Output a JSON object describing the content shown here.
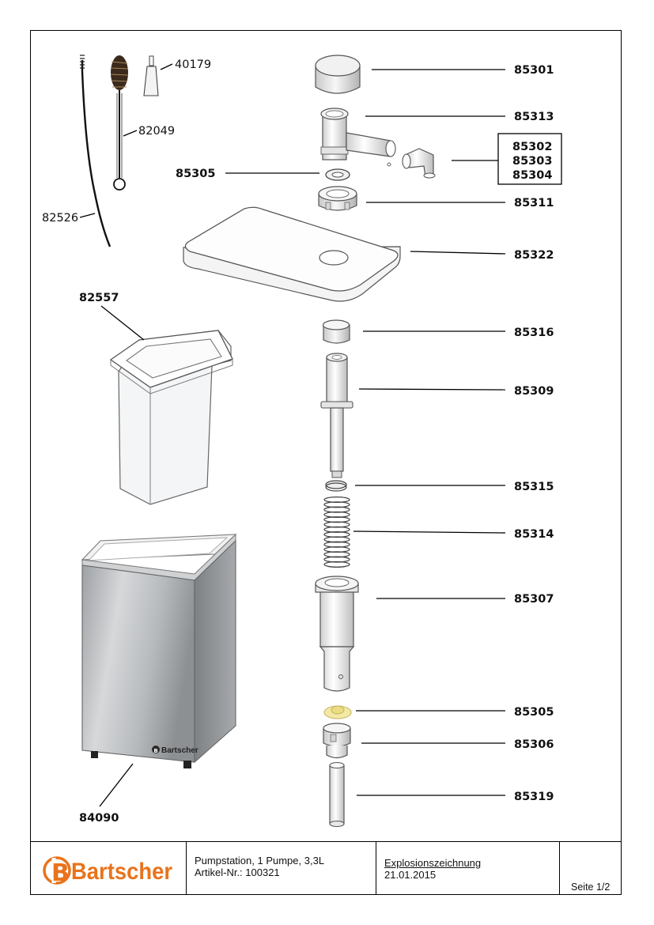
{
  "labels": {
    "p40179": "40179",
    "p82049": "82049",
    "p82526": "82526",
    "p85305a": "85305",
    "p82557": "82557",
    "p84090": "84090",
    "p85301": "85301",
    "p85313": "85313",
    "p85302": "85302",
    "p85303": "85303",
    "p85304": "85304",
    "p85311": "85311",
    "p85322": "85322",
    "p85316": "85316",
    "p85309": "85309",
    "p85315": "85315",
    "p85314": "85314",
    "p85307": "85307",
    "p85305b": "85305",
    "p85306": "85306",
    "p85319": "85319"
  },
  "cabinet_logo": "Bartscher",
  "title_block": {
    "logo": "Bartscher",
    "product": "Pumpstation, 1 Pumpe, 3,3L",
    "article": "Artikel-Nr.: 100321",
    "doc_type": "Explosionszeichnung",
    "date": "21.01.2015",
    "page": "Seite 1/2"
  },
  "colors": {
    "logo_orange": "#e8731c",
    "steel": "#c4c6c8",
    "seal_yellow": "#f3e9a6"
  }
}
